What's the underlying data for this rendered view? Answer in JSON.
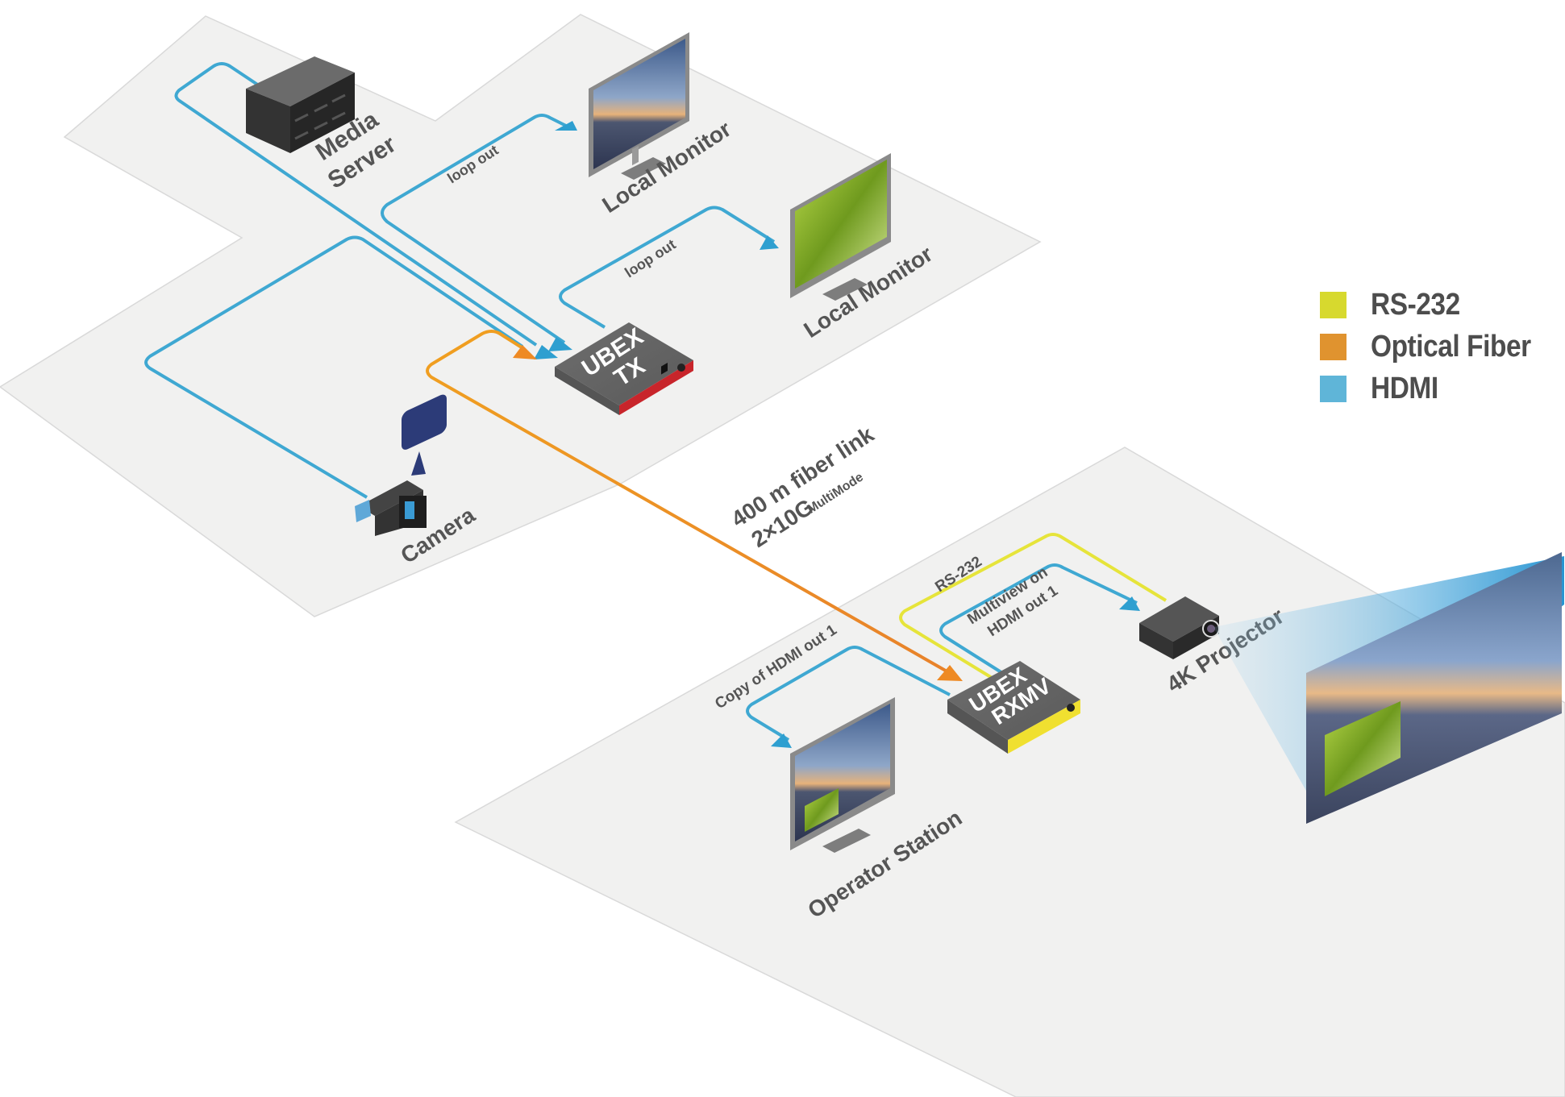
{
  "diagram": {
    "colors": {
      "rs232": "#d7d92e",
      "fiber": "#e0932f",
      "hdmi": "#5fb5d8",
      "floor": "#f1f1f0",
      "label": "#555555",
      "tx_accent": "#c8252b",
      "rx_accent": "#f0e030"
    },
    "legend": [
      {
        "key": "rs232",
        "label": "RS-232",
        "color": "#d7d92e"
      },
      {
        "key": "fiber",
        "label": "Optical Fiber",
        "color": "#e0932f"
      },
      {
        "key": "hdmi",
        "label": "HDMI",
        "color": "#5fb5d8"
      }
    ],
    "devices": {
      "media_server": {
        "label_line1": "Media",
        "label_line2": "Server",
        "icon": "server-icon"
      },
      "local_monitor_1": {
        "label": "Local Monitor",
        "icon": "monitor-icon",
        "screen": "sunset"
      },
      "local_monitor_2": {
        "label": "Local Monitor",
        "icon": "monitor-icon",
        "screen": "palm-leaf"
      },
      "ubex_tx": {
        "line1": "UBEX",
        "line2": "TX",
        "icon": "extender-icon"
      },
      "camera": {
        "label": "Camera",
        "icon": "video-camera-icon"
      },
      "ubex_rxmv": {
        "line1": "UBEX",
        "line2": "RXMV",
        "icon": "extender-icon"
      },
      "projector": {
        "label": "4K Projector",
        "icon": "projector-icon"
      },
      "operator_station": {
        "label": "Operator Station",
        "icon": "monitor-icon",
        "screen": "sunset-with-pip"
      },
      "projection_screen": {
        "icon": "projection-screen-icon",
        "screen": "sunset-with-pip"
      }
    },
    "connections": {
      "loop_out_1": "loop out",
      "loop_out_2": "loop out",
      "fiber_line1": "400 m fiber link",
      "fiber_line2_main": "2×10G",
      "fiber_line2_sub": "MultiMode",
      "rs232": "RS-232",
      "multiview_line1": "Multiview on",
      "multiview_line2": "HDMI out 1",
      "copy_hdmi": "Copy of HDMI out 1"
    }
  }
}
